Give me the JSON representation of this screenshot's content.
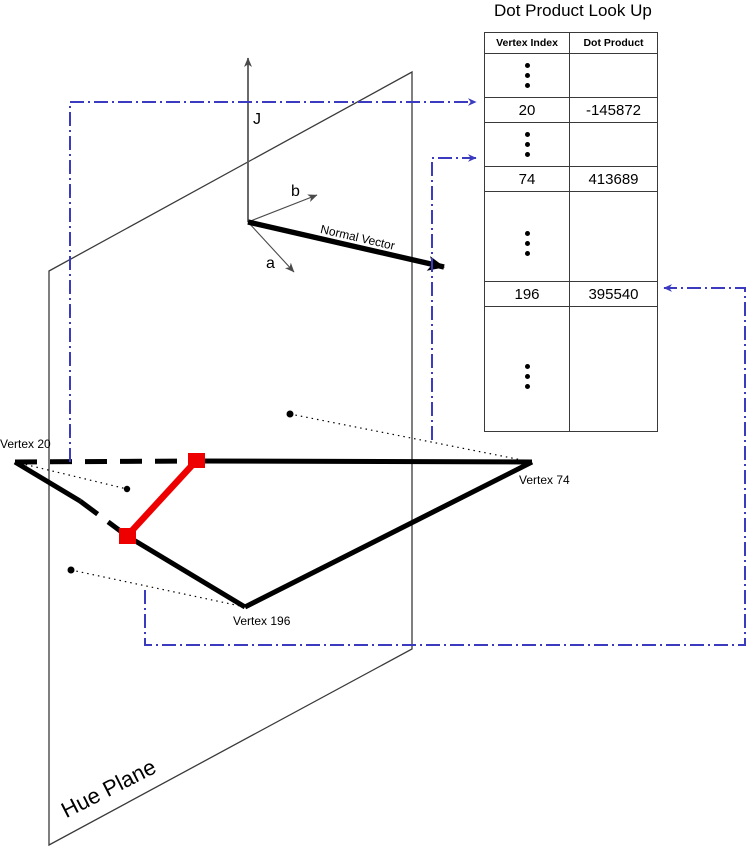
{
  "table": {
    "title": "Dot Product Look Up",
    "headers": [
      "Vertex Index",
      "Dot Product"
    ],
    "rows": [
      {
        "kind": "ellipsis",
        "index": "",
        "dot": ""
      },
      {
        "kind": "value",
        "index": "20",
        "dot": "-145872"
      },
      {
        "kind": "ellipsis",
        "index": "",
        "dot": ""
      },
      {
        "kind": "value",
        "index": "74",
        "dot": "413689"
      },
      {
        "kind": "ellipsis",
        "index": "",
        "dot": ""
      },
      {
        "kind": "value",
        "index": "196",
        "dot": "395540"
      },
      {
        "kind": "ellipsis",
        "index": "",
        "dot": ""
      }
    ]
  },
  "diagram": {
    "plane_label": "Hue Plane",
    "axis_j": "J",
    "axis_a": "a",
    "axis_b": "b",
    "normal_vector": "Normal Vector",
    "vertex_20": "Vertex 20",
    "vertex_74": "Vertex 74",
    "vertex_196": "Vertex 196"
  },
  "colors": {
    "highlight": "#ee0000",
    "link": "#3b3bbf",
    "plane_stroke": "#3a3a3a",
    "mesh": "#000000"
  }
}
